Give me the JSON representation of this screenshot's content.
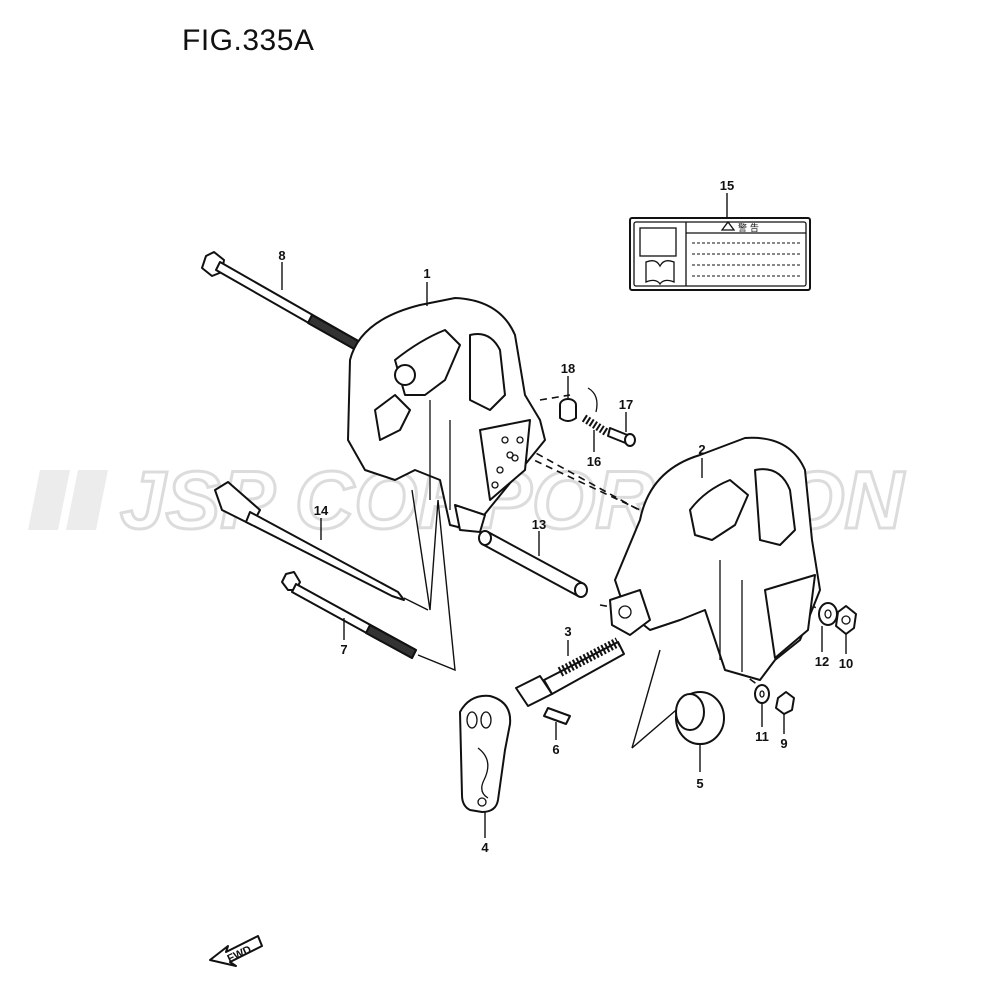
{
  "figure": {
    "title": "FIG.335A"
  },
  "watermark": {
    "text": "JSP CORPORATION"
  },
  "label15": {
    "warning_text": "警 告"
  },
  "fwd_arrow": {
    "text": "FWD"
  },
  "callouts": [
    {
      "id": "1",
      "label": "1"
    },
    {
      "id": "2",
      "label": "2"
    },
    {
      "id": "3",
      "label": "3"
    },
    {
      "id": "4",
      "label": "4"
    },
    {
      "id": "5",
      "label": "5"
    },
    {
      "id": "6",
      "label": "6"
    },
    {
      "id": "7",
      "label": "7"
    },
    {
      "id": "8",
      "label": "8"
    },
    {
      "id": "9",
      "label": "9"
    },
    {
      "id": "10",
      "label": "10"
    },
    {
      "id": "11",
      "label": "11"
    },
    {
      "id": "12",
      "label": "12"
    },
    {
      "id": "13",
      "label": "13"
    },
    {
      "id": "14",
      "label": "14"
    },
    {
      "id": "15",
      "label": "15"
    },
    {
      "id": "16",
      "label": "16"
    },
    {
      "id": "17",
      "label": "17"
    },
    {
      "id": "18",
      "label": "18"
    }
  ]
}
